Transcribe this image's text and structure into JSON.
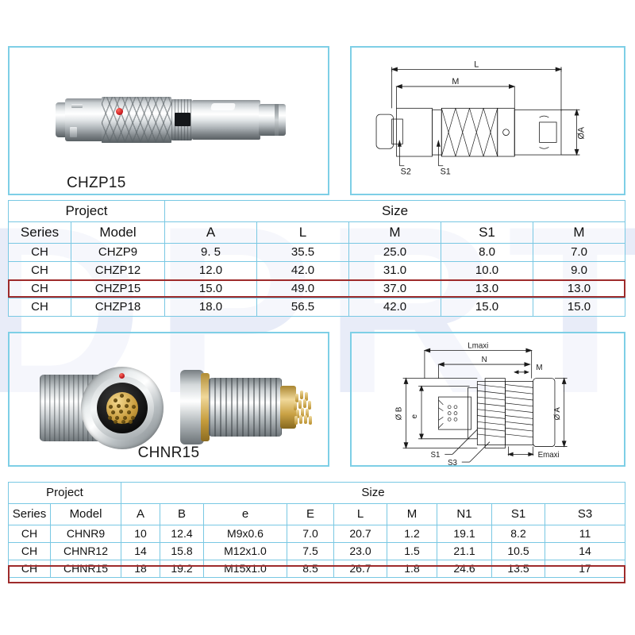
{
  "panels": {
    "photo_plug": {
      "caption": "CHZP15",
      "icon": "connector-plug-photo"
    },
    "drawing_plug": {
      "icon": "connector-plug-dimension-drawing",
      "labels": {
        "l": "L",
        "m": "M",
        "diameter_a": "ØA",
        "s1": "S1",
        "s2": "S2"
      }
    },
    "photo_receptacle": {
      "caption": "CHNR15",
      "icon": "connector-receptacle-photo"
    },
    "drawing_receptacle": {
      "icon": "connector-receptacle-dimension-drawing",
      "labels": {
        "l_maxi": "Lmaxi",
        "n": "N",
        "m": "M",
        "diameter_b": "Ø B",
        "diameter_a": "Ø A",
        "e": "e",
        "s1": "S1",
        "s3": "S3",
        "e_maxi": "Emaxi"
      }
    }
  },
  "watermark": {
    "text": "DPRT"
  },
  "colors": {
    "panel_border": "#7ecfe6",
    "table_border": "#79c8e3",
    "highlight": "#9e2b2b",
    "accent_dot": "#c4161c"
  },
  "table_chzp": {
    "group_headers": {
      "project": "Project",
      "size": "Size"
    },
    "columns": [
      "Series",
      "Model",
      "A",
      "L",
      "M",
      "S1",
      "M"
    ],
    "rows": [
      [
        "CH",
        "CHZP9",
        "9. 5",
        "35.5",
        "25.0",
        "8.0",
        "7.0"
      ],
      [
        "CH",
        "CHZP12",
        "12.0",
        "42.0",
        "31.0",
        "10.0",
        "9.0"
      ],
      [
        "CH",
        "CHZP15",
        "15.0",
        "49.0",
        "37.0",
        "13.0",
        "13.0"
      ],
      [
        "CH",
        "CHZP18",
        "18.0",
        "56.5",
        "42.0",
        "15.0",
        "15.0"
      ]
    ],
    "highlighted_row_index": 2
  },
  "table_chnr": {
    "group_headers": {
      "project": "Project",
      "size": "Size"
    },
    "columns": [
      "Series",
      "Model",
      "A",
      "B",
      "e",
      "E",
      "L",
      "M",
      "N1",
      "S1",
      "S3"
    ],
    "rows": [
      [
        "CH",
        "CHNR9",
        "10",
        "12.4",
        "M9x0.6",
        "7.0",
        "20.7",
        "1.2",
        "19.1",
        "8.2",
        "11"
      ],
      [
        "CH",
        "CHNR12",
        "14",
        "15.8",
        "M12x1.0",
        "7.5",
        "23.0",
        "1.5",
        "21.1",
        "10.5",
        "14"
      ],
      [
        "CH",
        "CHNR15",
        "18",
        "19.2",
        "M15x1.0",
        "8.5",
        "26.7",
        "1.8",
        "24.6",
        "13.5",
        "17"
      ]
    ],
    "highlighted_row_index": 2
  }
}
